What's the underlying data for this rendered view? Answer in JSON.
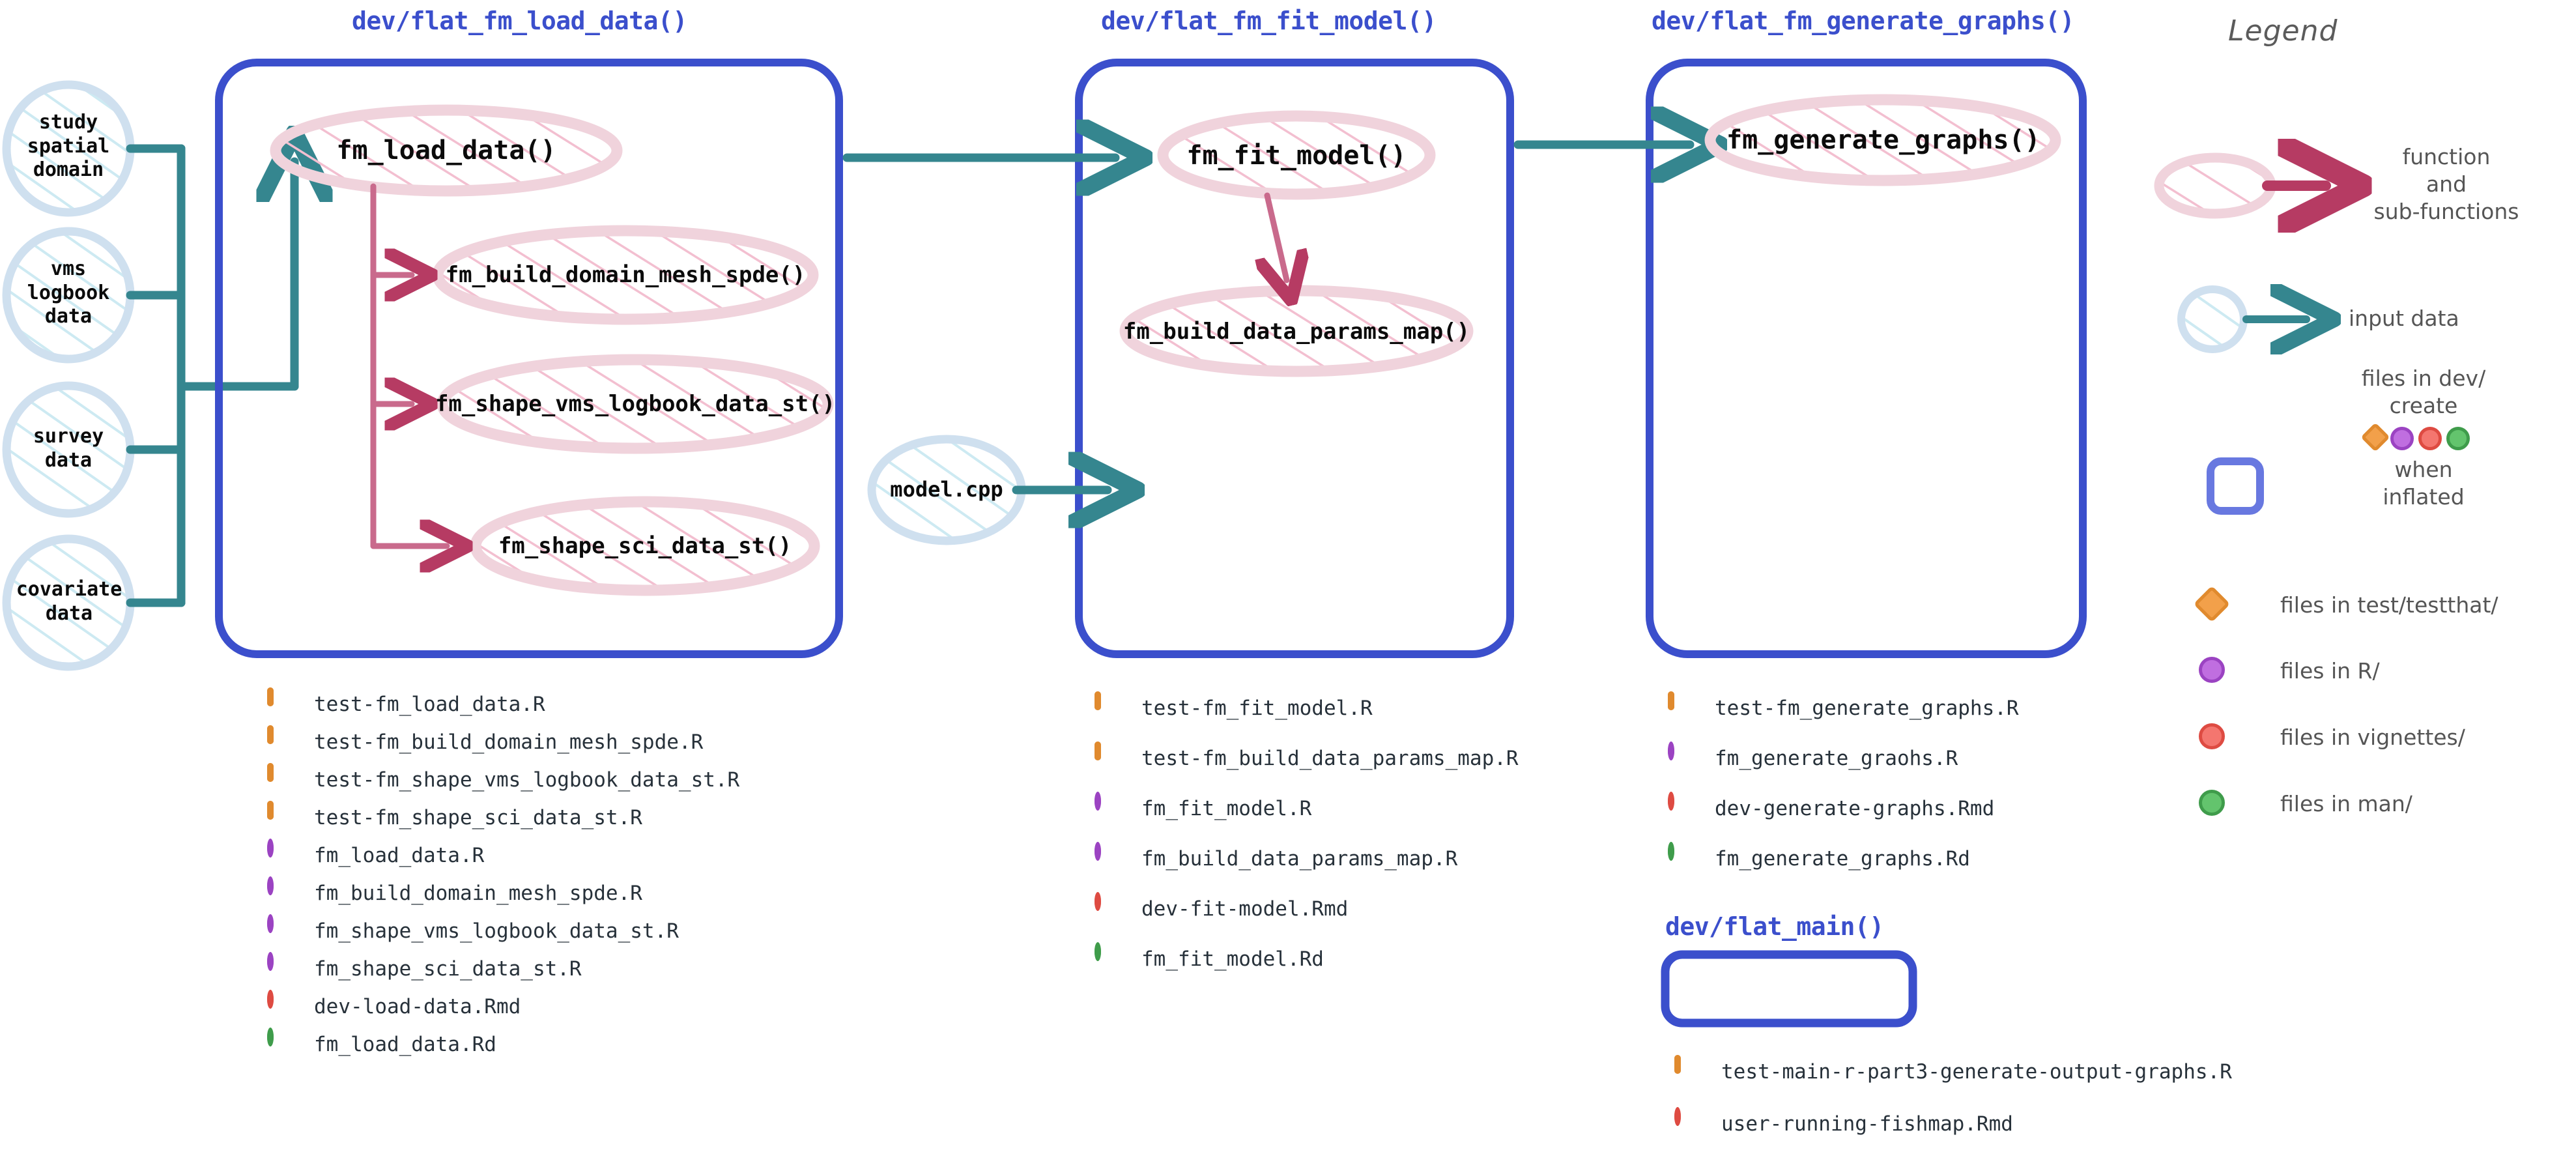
{
  "colors": {
    "panel_border": "#3b4fcc",
    "title_blue": "#3b4fcc",
    "teal": "#35868f",
    "crimson": "#b63b63",
    "pink_ellipse": "#f0d3dc",
    "pink_hatch": "#f5c8d5",
    "blue_circle": "#cfe0ef",
    "blue_hatch": "#cfeaf0",
    "orange": "#f2a04a",
    "orange_dark": "#e08a2e",
    "purple": "#c06ee0",
    "purple_dark": "#9b43c2",
    "red": "#f4766f",
    "red_dark": "#de4b42",
    "green": "#63c46d",
    "green_dark": "#3f9c4b",
    "legend_grey": "#555555",
    "text_dark": "#27313a"
  },
  "panels": [
    {
      "title": "dev/flat_fm_load_data()",
      "main_function": "fm_load_data()",
      "sub_functions": [
        "fm_build_domain_mesh_spde()",
        "fm_shape_vms_logbook_data_st()",
        "fm_shape_sci_data_st()"
      ],
      "files": [
        {
          "label": "test-fm_load_data.R",
          "kind": "diamond",
          "color": "orange"
        },
        {
          "label": "test-fm_build_domain_mesh_spde.R",
          "kind": "diamond",
          "color": "orange"
        },
        {
          "label": "test-fm_shape_vms_logbook_data_st.R",
          "kind": "diamond",
          "color": "orange"
        },
        {
          "label": "test-fm_shape_sci_data_st.R",
          "kind": "diamond",
          "color": "orange"
        },
        {
          "label": "fm_load_data.R",
          "kind": "circle",
          "color": "purple"
        },
        {
          "label": "fm_build_domain_mesh_spde.R",
          "kind": "circle",
          "color": "purple"
        },
        {
          "label": "fm_shape_vms_logbook_data_st.R",
          "kind": "circle",
          "color": "purple"
        },
        {
          "label": "fm_shape_sci_data_st.R",
          "kind": "circle",
          "color": "purple"
        },
        {
          "label": "dev-load-data.Rmd",
          "kind": "circle",
          "color": "red"
        },
        {
          "label": "fm_load_data.Rd",
          "kind": "circle",
          "color": "green"
        }
      ]
    },
    {
      "title": "dev/flat_fm_fit_model()",
      "main_function": "fm_fit_model()",
      "sub_functions": [
        "fm_build_data_params_map()"
      ],
      "files": [
        {
          "label": "test-fm_fit_model.R",
          "kind": "diamond",
          "color": "orange"
        },
        {
          "label": "test-fm_build_data_params_map.R",
          "kind": "diamond",
          "color": "orange"
        },
        {
          "label": "fm_fit_model.R",
          "kind": "circle",
          "color": "purple"
        },
        {
          "label": "fm_build_data_params_map.R",
          "kind": "circle",
          "color": "purple"
        },
        {
          "label": "dev-fit-model.Rmd",
          "kind": "circle",
          "color": "red"
        },
        {
          "label": "fm_fit_model.Rd",
          "kind": "circle",
          "color": "green"
        }
      ]
    },
    {
      "title": "dev/flat_fm_generate_graphs()",
      "main_function": "fm_generate_graphs()",
      "sub_functions": [],
      "files": [
        {
          "label": "test-fm_generate_graphs.R",
          "kind": "diamond",
          "color": "orange"
        },
        {
          "label": "fm_generate_graohs.R",
          "kind": "circle",
          "color": "purple"
        },
        {
          "label": "dev-generate-graphs.Rmd",
          "kind": "circle",
          "color": "red"
        },
        {
          "label": "fm_generate_graphs.Rd",
          "kind": "circle",
          "color": "green"
        }
      ]
    }
  ],
  "main_panel": {
    "title": "dev/flat_main()",
    "files": [
      {
        "label": "test-main-r-part3-generate-output-graphs.R",
        "kind": "diamond",
        "color": "orange"
      },
      {
        "label": "user-running-fishmap.Rmd",
        "kind": "circle",
        "color": "red"
      }
    ]
  },
  "inputs": [
    {
      "lines": [
        "study",
        "spatial",
        "domain"
      ]
    },
    {
      "lines": [
        "vms",
        "logbook",
        "data"
      ]
    },
    {
      "lines": [
        "survey",
        "data"
      ]
    },
    {
      "lines": [
        "covariate",
        "data"
      ]
    }
  ],
  "inline_inputs": [
    {
      "label": "model.cpp"
    }
  ],
  "legend": {
    "title": "Legend",
    "entries": [
      {
        "key": "function-ellipse-arrow",
        "lines": [
          "function",
          "and",
          "sub-functions"
        ]
      },
      {
        "key": "input-circle-arrow",
        "lines": [
          "input data"
        ]
      },
      {
        "key": "dev-flat-box",
        "lines": [
          "files in dev/",
          "create",
          "",
          "when",
          "inflated"
        ]
      },
      {
        "key": "orange-diamond",
        "lines": [
          "files in test/testthat/"
        ]
      },
      {
        "key": "purple-circle",
        "lines": [
          "files in R/"
        ]
      },
      {
        "key": "red-circle",
        "lines": [
          "files in vignettes/"
        ]
      },
      {
        "key": "green-circle",
        "lines": [
          "files in man/"
        ]
      }
    ]
  }
}
